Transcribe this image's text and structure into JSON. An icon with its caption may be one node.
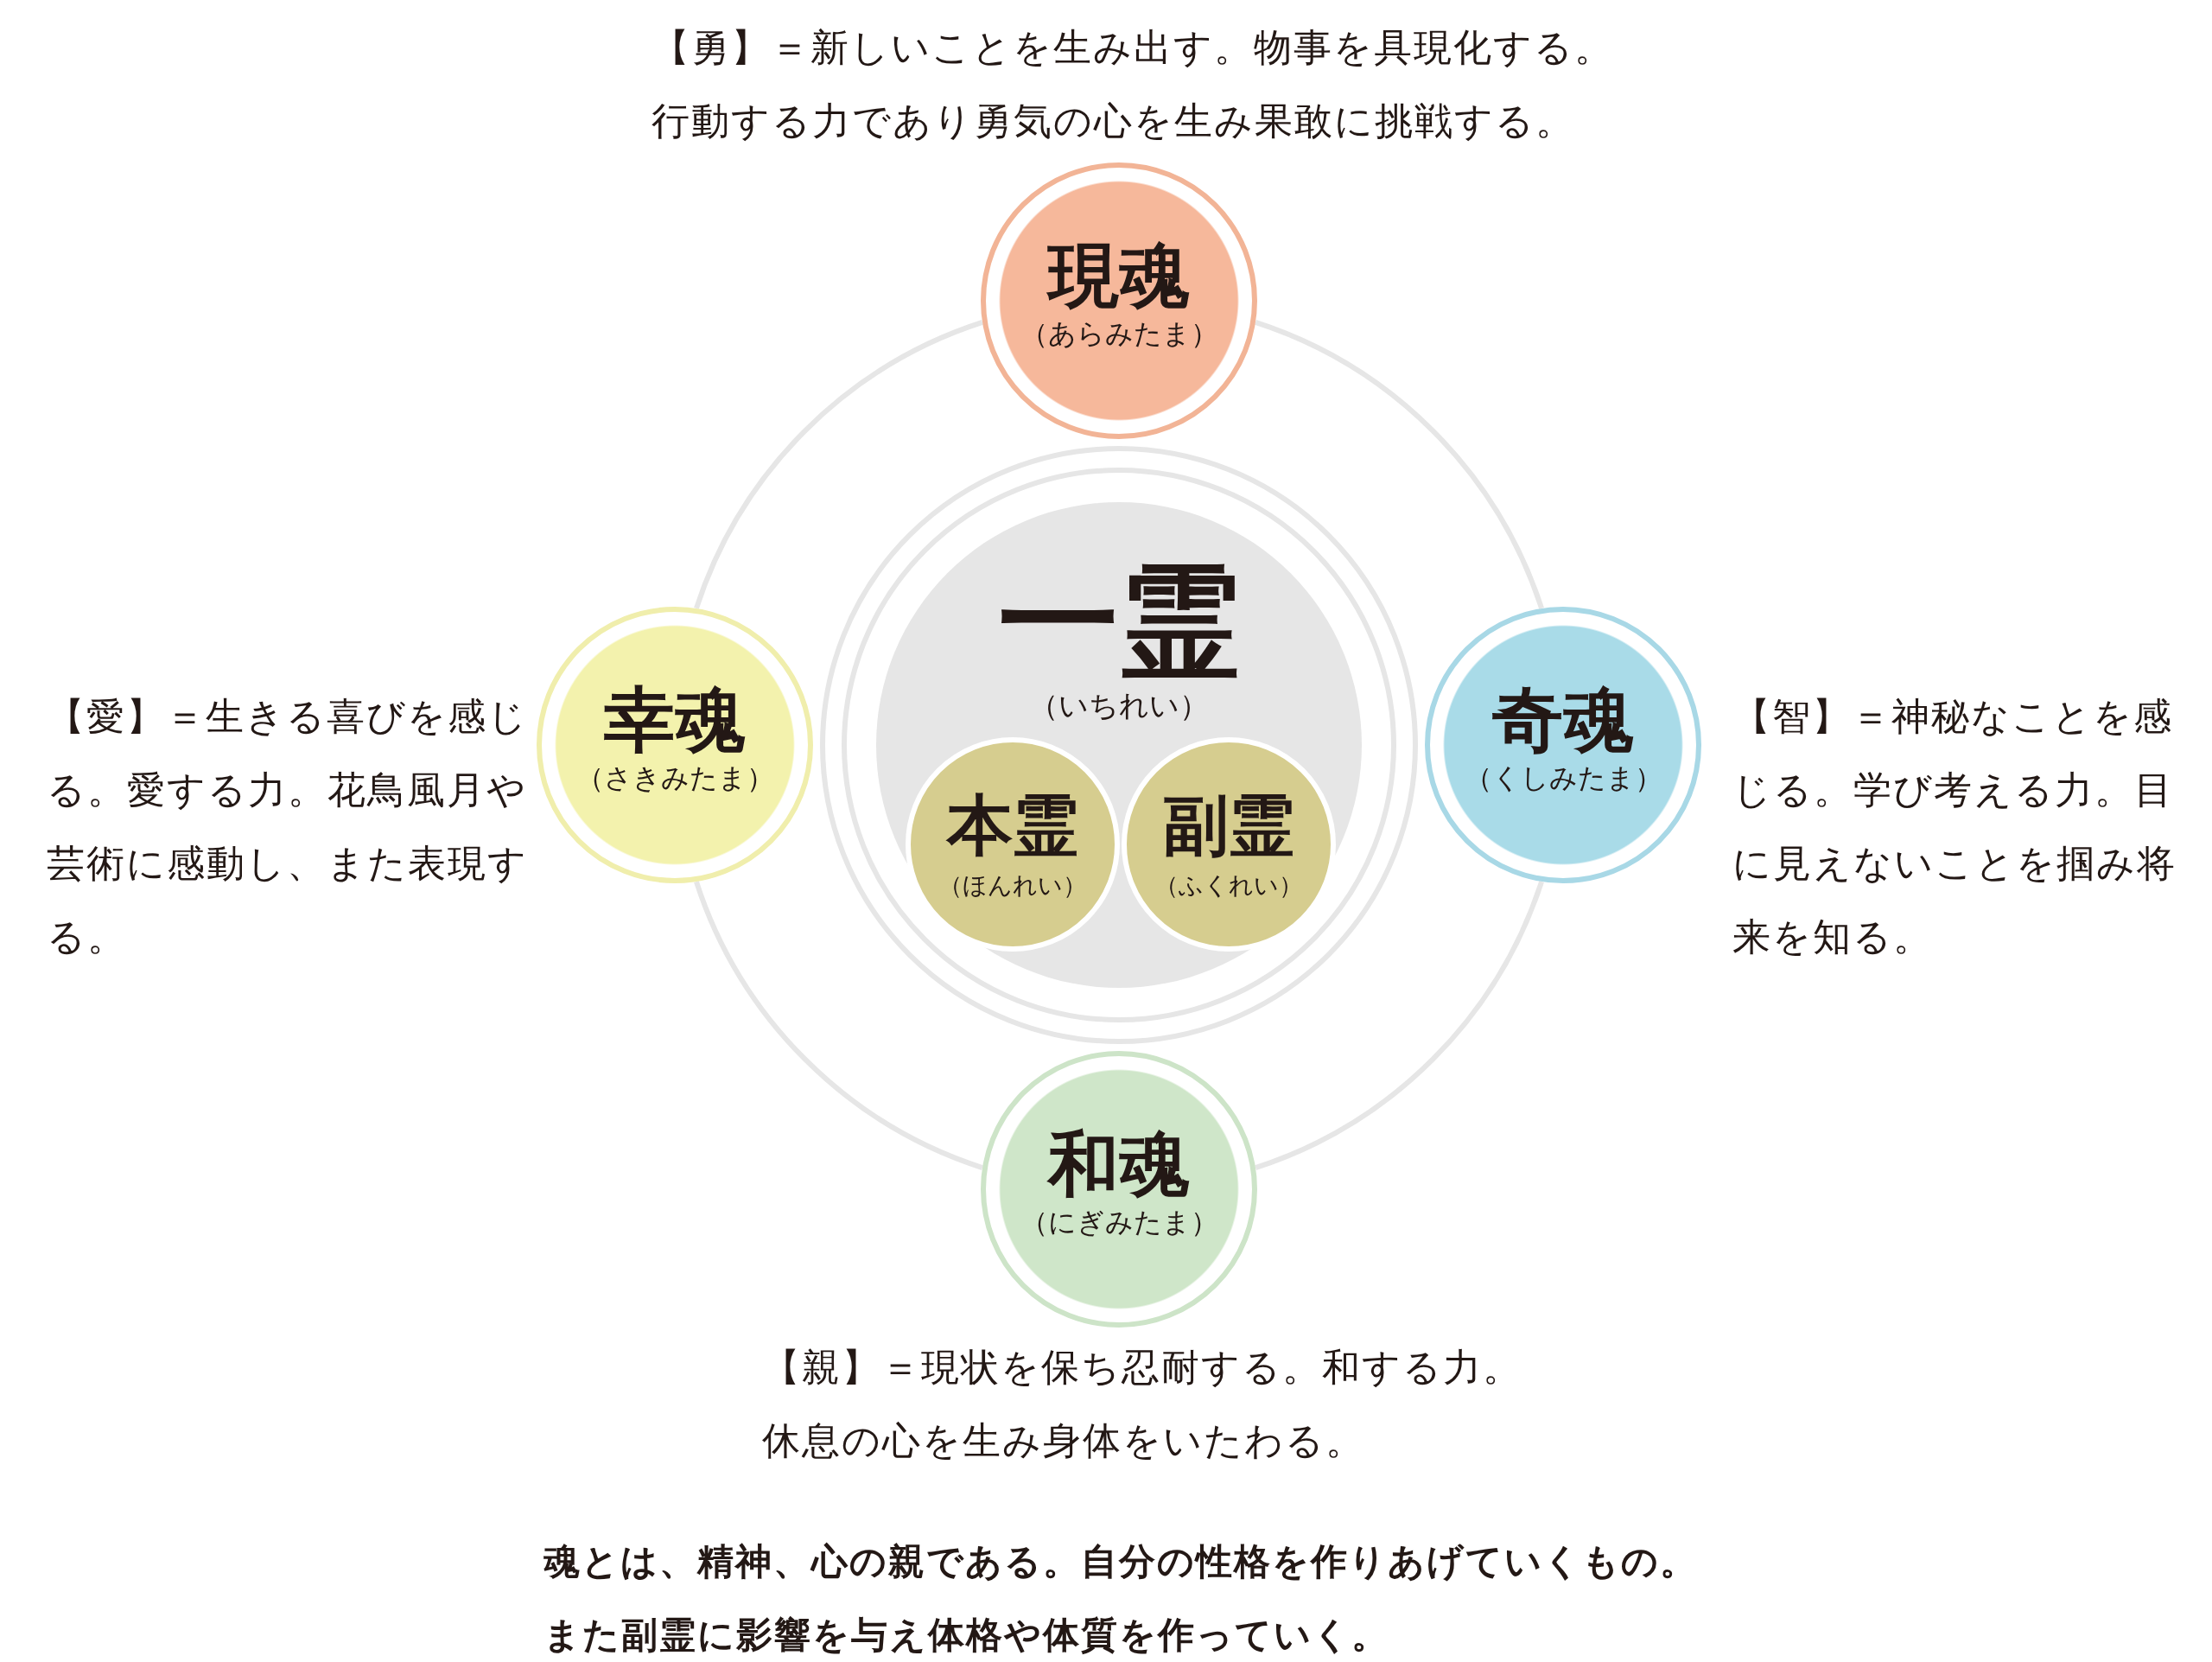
{
  "diagram": {
    "nodes": [
      {
        "text": [
          "現魂",
          "（あらみたま）"
        ],
        "beside": [
          "【勇】＝新しいことを生み出す。物事を具現化する。行動する力であり勇気の心を生み果敢に挑戦する。"
        ]
      },
      {
        "text": [
          "幸魂",
          "（さきみたま）"
        ],
        "beside": [
          "【愛】＝生きる喜びを感じる。愛する力。花鳥風月や芸術に感動し、また表現する。"
        ]
      },
      {
        "text": [
          "一霊",
          "（いちれい）"
        ]
      },
      {
        "text": [
          "本霊",
          "（ほんれい）"
        ],
        "in": 2
      },
      {
        "text": [
          "副霊",
          "（ふくれい）"
        ],
        "in": 2
      },
      {
        "text": [
          "奇魂",
          "（くしみたま）"
        ],
        "beside": [
          "【智】＝神秘なことを感じる。学び考える力。目に見えないことを掴み将来を知る。"
        ]
      },
      {
        "text": [
          "和魂",
          "（にぎみたま）"
        ],
        "beside": [
          "【親】＝現状を保ち忍耐する。和する力。休息の心を生み身体をいたわる。"
        ]
      }
    ],
    "edges": [
      {
        "from": 0,
        "to": 5,
        "arrow": "none"
      },
      {
        "from": 5,
        "to": 6,
        "arrow": "none"
      },
      {
        "from": 6,
        "to": 1,
        "arrow": "none"
      },
      {
        "from": 1,
        "to": 0,
        "arrow": "none"
      }
    ],
    "caption": "魂とは、精神、心の親である。自分の性格を作りあげていくもの。また副霊に影響を与え体格や体質を作っていく。"
  }
}
